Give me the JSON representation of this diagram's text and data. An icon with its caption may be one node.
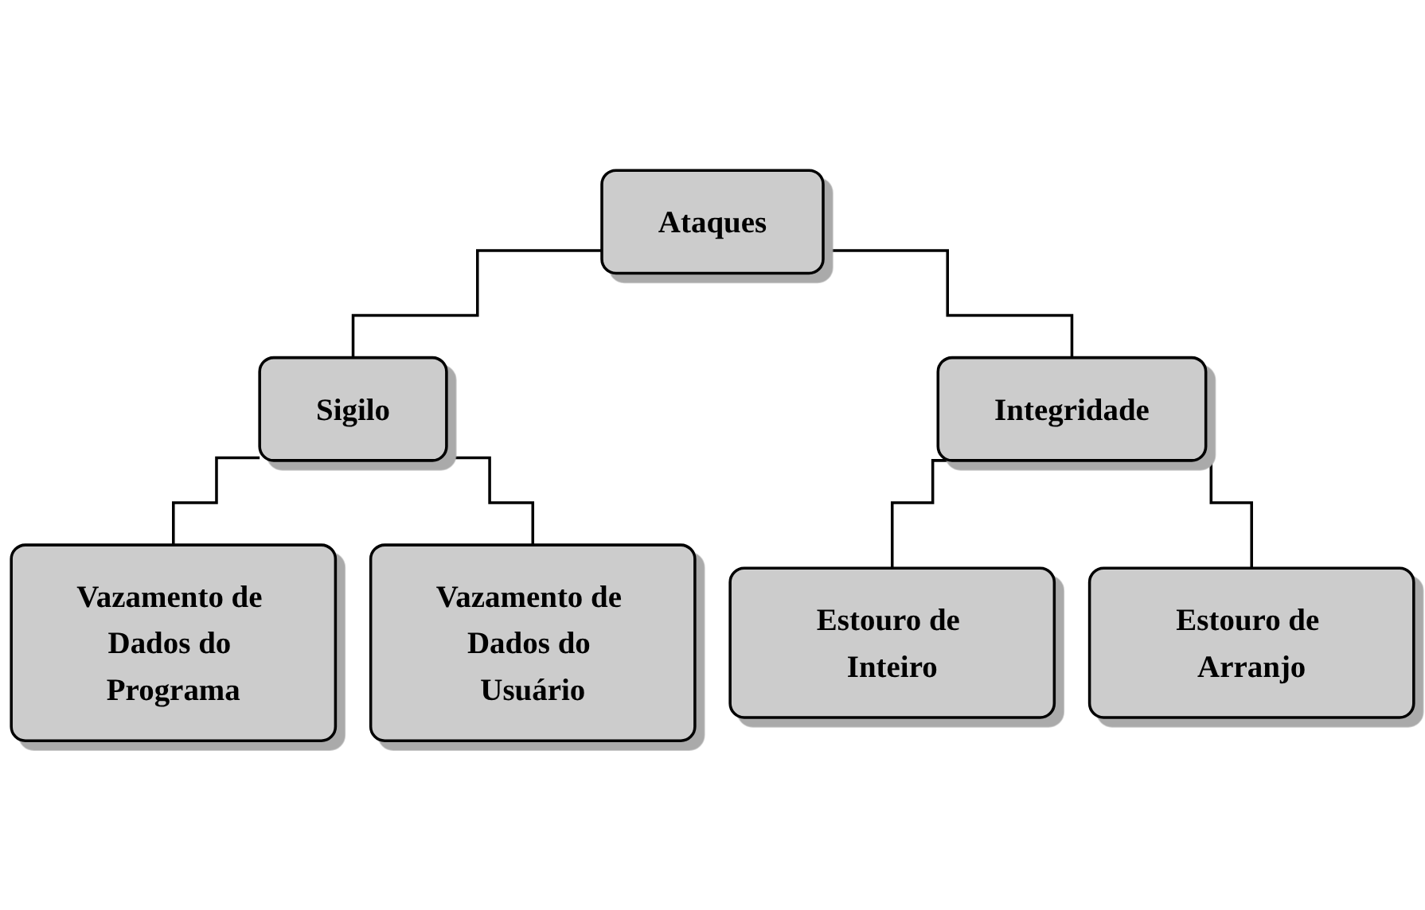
{
  "diagram": {
    "nodes": [
      {
        "text": [
          "Ataques"
        ]
      },
      {
        "text": [
          "Sigilo"
        ]
      },
      {
        "text": [
          "Integridade"
        ]
      },
      {
        "text": [
          "Vazamento de Dados do Programa"
        ]
      },
      {
        "text": [
          "Vazamento de Dados do Usuário"
        ]
      },
      {
        "text": [
          "Estouro de Inteiro"
        ]
      },
      {
        "text": [
          "Estouro de Arranjo"
        ]
      }
    ],
    "edges": [
      {
        "from": 0,
        "to": 1,
        "arrow": "none"
      },
      {
        "from": 0,
        "to": 2,
        "arrow": "none"
      },
      {
        "from": 1,
        "to": 3,
        "arrow": "none"
      },
      {
        "from": 1,
        "to": 4,
        "arrow": "none"
      },
      {
        "from": 2,
        "to": 5,
        "arrow": "none"
      },
      {
        "from": 2,
        "to": 6,
        "arrow": "none"
      }
    ]
  }
}
